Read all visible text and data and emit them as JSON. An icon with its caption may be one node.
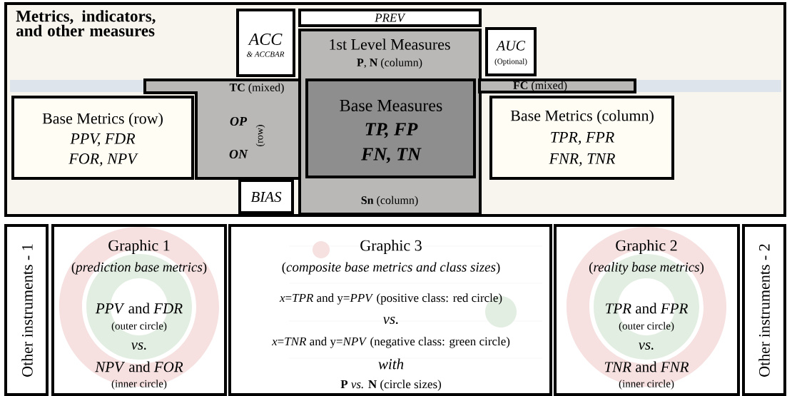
{
  "diagram": {
    "title": "Metrics, indicators, and other measures",
    "nodes": [
      {
        "text": [
          "ACC",
          "& ACCBAR"
        ]
      },
      {
        "text": [
          "PREV"
        ]
      },
      {
        "text": [
          "1st Level Measures",
          "**P**, **N** (column)",
          "**Sn** (column)"
        ]
      },
      {
        "text": [
          "Base Measures",
          "TP, FP",
          "FN, TN"
        ],
        "in": 2
      },
      {
        "text": [
          "AUC",
          "(Optional)"
        ]
      },
      {
        "text": [
          "**TC** (mixed)",
          "OP",
          "(row)",
          "ON"
        ]
      },
      {
        "text": [
          "**FC** (mixed)"
        ]
      },
      {
        "text": [
          "Base Metrics (row)",
          "PPV, FDR",
          "FOR, NPV"
        ]
      },
      {
        "text": [
          "Base Metrics (column)",
          "TPR, FPR",
          "FNR, TNR"
        ]
      },
      {
        "text": [
          "BIAS"
        ]
      },
      {
        "text": [
          "Other instruments - 1"
        ]
      },
      {
        "text": [
          "Graphic 1",
          "(*prediction base metrics*)",
          "*PPV* and *FDR*",
          "(outer circle)",
          "vs.",
          "*NPV* and *FOR*",
          "(inner circle)"
        ]
      },
      {
        "text": [
          "Graphic 3",
          "(*composite base metrics and class sizes*)",
          "*x*=*TPR* and y=*PPV* (positive class: red circle)",
          "vs.",
          "*x*=*TNR* and y=*NPV* (negative class: green circle)",
          "with",
          "**P** *vs.* **N** (circle sizes)"
        ]
      },
      {
        "text": [
          "Graphic 2",
          "(*reality base metrics*)",
          "*TPR* and *FPR*",
          "(outer circle)",
          "vs.",
          "*TNR* and *FNR*",
          "(inner circle)"
        ]
      },
      {
        "text": [
          "Other instruments - 2"
        ]
      }
    ]
  }
}
